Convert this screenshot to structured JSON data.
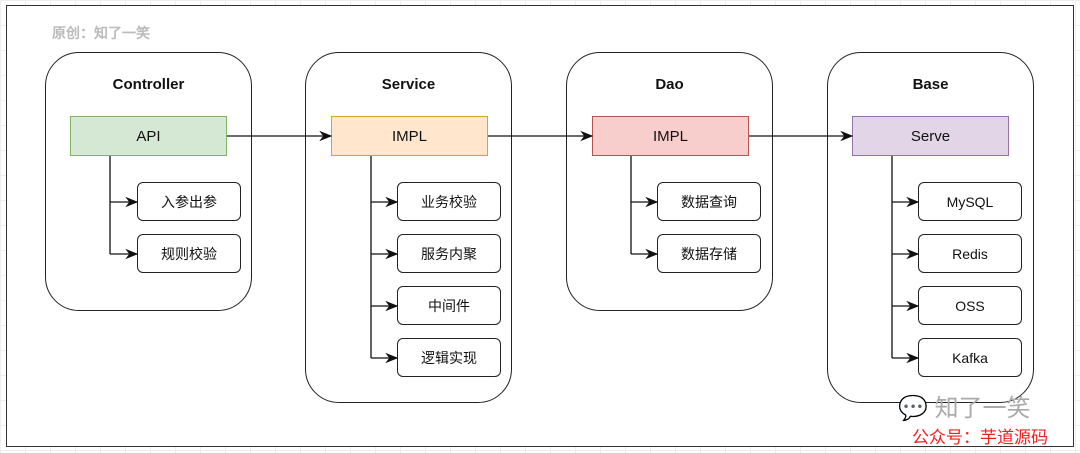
{
  "watermark_top": "原创：知了一笑",
  "groups": [
    {
      "title": "Controller",
      "header": "API",
      "header_fill": "#d5e8d4",
      "header_stroke": "#82b366",
      "items": [
        "入参出参",
        "规则校验"
      ]
    },
    {
      "title": "Service",
      "header": "IMPL",
      "header_fill": "#ffe6cc",
      "header_stroke": "#d6a520",
      "items": [
        "业务校验",
        "服务内聚",
        "中间件",
        "逻辑实现"
      ]
    },
    {
      "title": "Dao",
      "header": "IMPL",
      "header_fill": "#f8cecc",
      "header_stroke": "#b85450",
      "items": [
        "数据查询",
        "数据存储"
      ]
    },
    {
      "title": "Base",
      "header": "Serve",
      "header_fill": "#e1d5e7",
      "header_stroke": "#9673a6",
      "items": [
        "MySQL",
        "Redis",
        "OSS",
        "Kafka"
      ]
    }
  ],
  "footer": {
    "wechat_name": "知了一笑",
    "account": "公众号：芋道源码"
  }
}
